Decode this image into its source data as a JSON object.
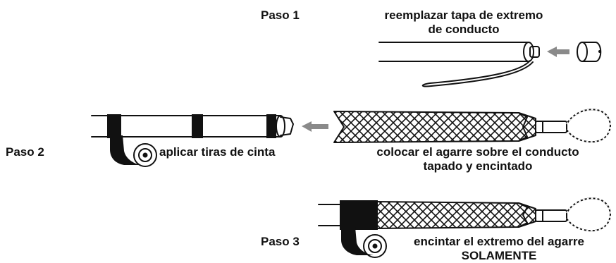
{
  "steps": {
    "step1": {
      "label": "Paso 1",
      "caption_line1": "reemplazar tapa de extremo",
      "caption_line2": "de conducto"
    },
    "step2": {
      "label": "Paso 2",
      "tape_caption": "aplicar tiras de cinta",
      "grip_caption_line1": "colocar el agarre sobre el conducto",
      "grip_caption_line2": "tapado y encintado"
    },
    "step3": {
      "label": "Paso 3",
      "caption_line1": "encintar el extremo del agarre",
      "caption_line2": "SOLAMENTE"
    }
  },
  "colors": {
    "ink": "#111111",
    "arrow": "#8a8a8a",
    "background": "#ffffff"
  }
}
